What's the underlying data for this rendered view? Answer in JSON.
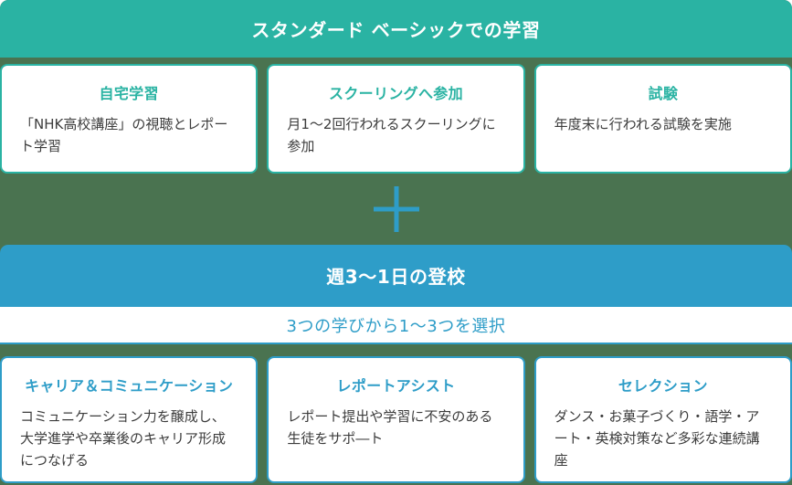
{
  "colors": {
    "teal": "#2AB3A3",
    "green_background": "#4A7350",
    "blue": "#2E9DC8",
    "card_background": "#FFFFFF",
    "body_text": "#3C3C3C"
  },
  "top_section": {
    "header": "スタンダード ベーシックでの学習",
    "cards": [
      {
        "title": "自宅学習",
        "body": "「NHK高校講座」の視聴とレポート学習"
      },
      {
        "title": "スクーリングへ参加",
        "body": "月1〜2回行われるスクーリングに参加"
      },
      {
        "title": "試験",
        "body": "年度末に行われる試験を実施"
      }
    ]
  },
  "plus_divider": {
    "icon": "plus-icon"
  },
  "bottom_section": {
    "header": "週3〜1日の登校",
    "subheader": "3つの学びから1〜3つを選択",
    "cards": [
      {
        "title": "キャリア＆コミュニケーション",
        "body": "コミュニケーション力を醸成し、大学進学や卒業後のキャリア形成につなげる"
      },
      {
        "title": "レポートアシスト",
        "body": "レポート提出や学習に不安のある生徒をサポ―ト"
      },
      {
        "title": "セレクション",
        "body": "ダンス・お菓子づくり・語学・アート・英検対策など多彩な連続講座"
      }
    ]
  }
}
